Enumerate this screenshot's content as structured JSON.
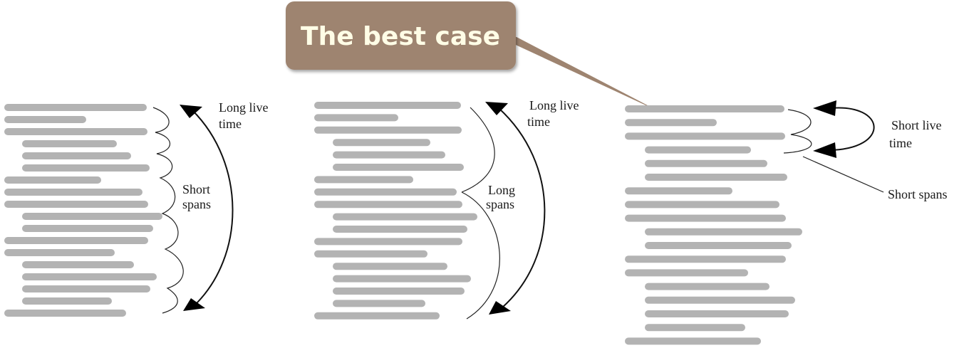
{
  "callout": {
    "text": "The best case",
    "color": "#9e8470"
  },
  "bar_color": "#b3b3b3",
  "panels": [
    {
      "name": "panel-1",
      "bars": [
        0,
        0,
        0,
        1,
        1,
        1,
        0,
        0,
        0,
        1,
        1,
        0,
        0,
        1,
        1,
        1,
        1,
        0
      ],
      "labels": {
        "arrow": [
          "Long live",
          "time"
        ],
        "curve": [
          "Short",
          "spans"
        ]
      }
    },
    {
      "name": "panel-2",
      "bars": [
        0,
        0,
        0,
        1,
        1,
        1,
        0,
        0,
        0,
        1,
        1,
        0,
        0,
        1,
        1,
        1,
        1,
        0
      ],
      "labels": {
        "arrow": [
          "Long live",
          "time"
        ],
        "curve": [
          "Long",
          "spans"
        ]
      }
    },
    {
      "name": "panel-3",
      "bars": [
        0,
        0,
        0,
        1,
        1,
        1,
        0,
        0,
        0,
        1,
        1,
        0,
        0,
        1,
        1,
        1,
        1,
        0
      ],
      "labels": {
        "arrow": [
          "Short live",
          "time"
        ],
        "curve": [
          "Short spans"
        ]
      }
    }
  ]
}
